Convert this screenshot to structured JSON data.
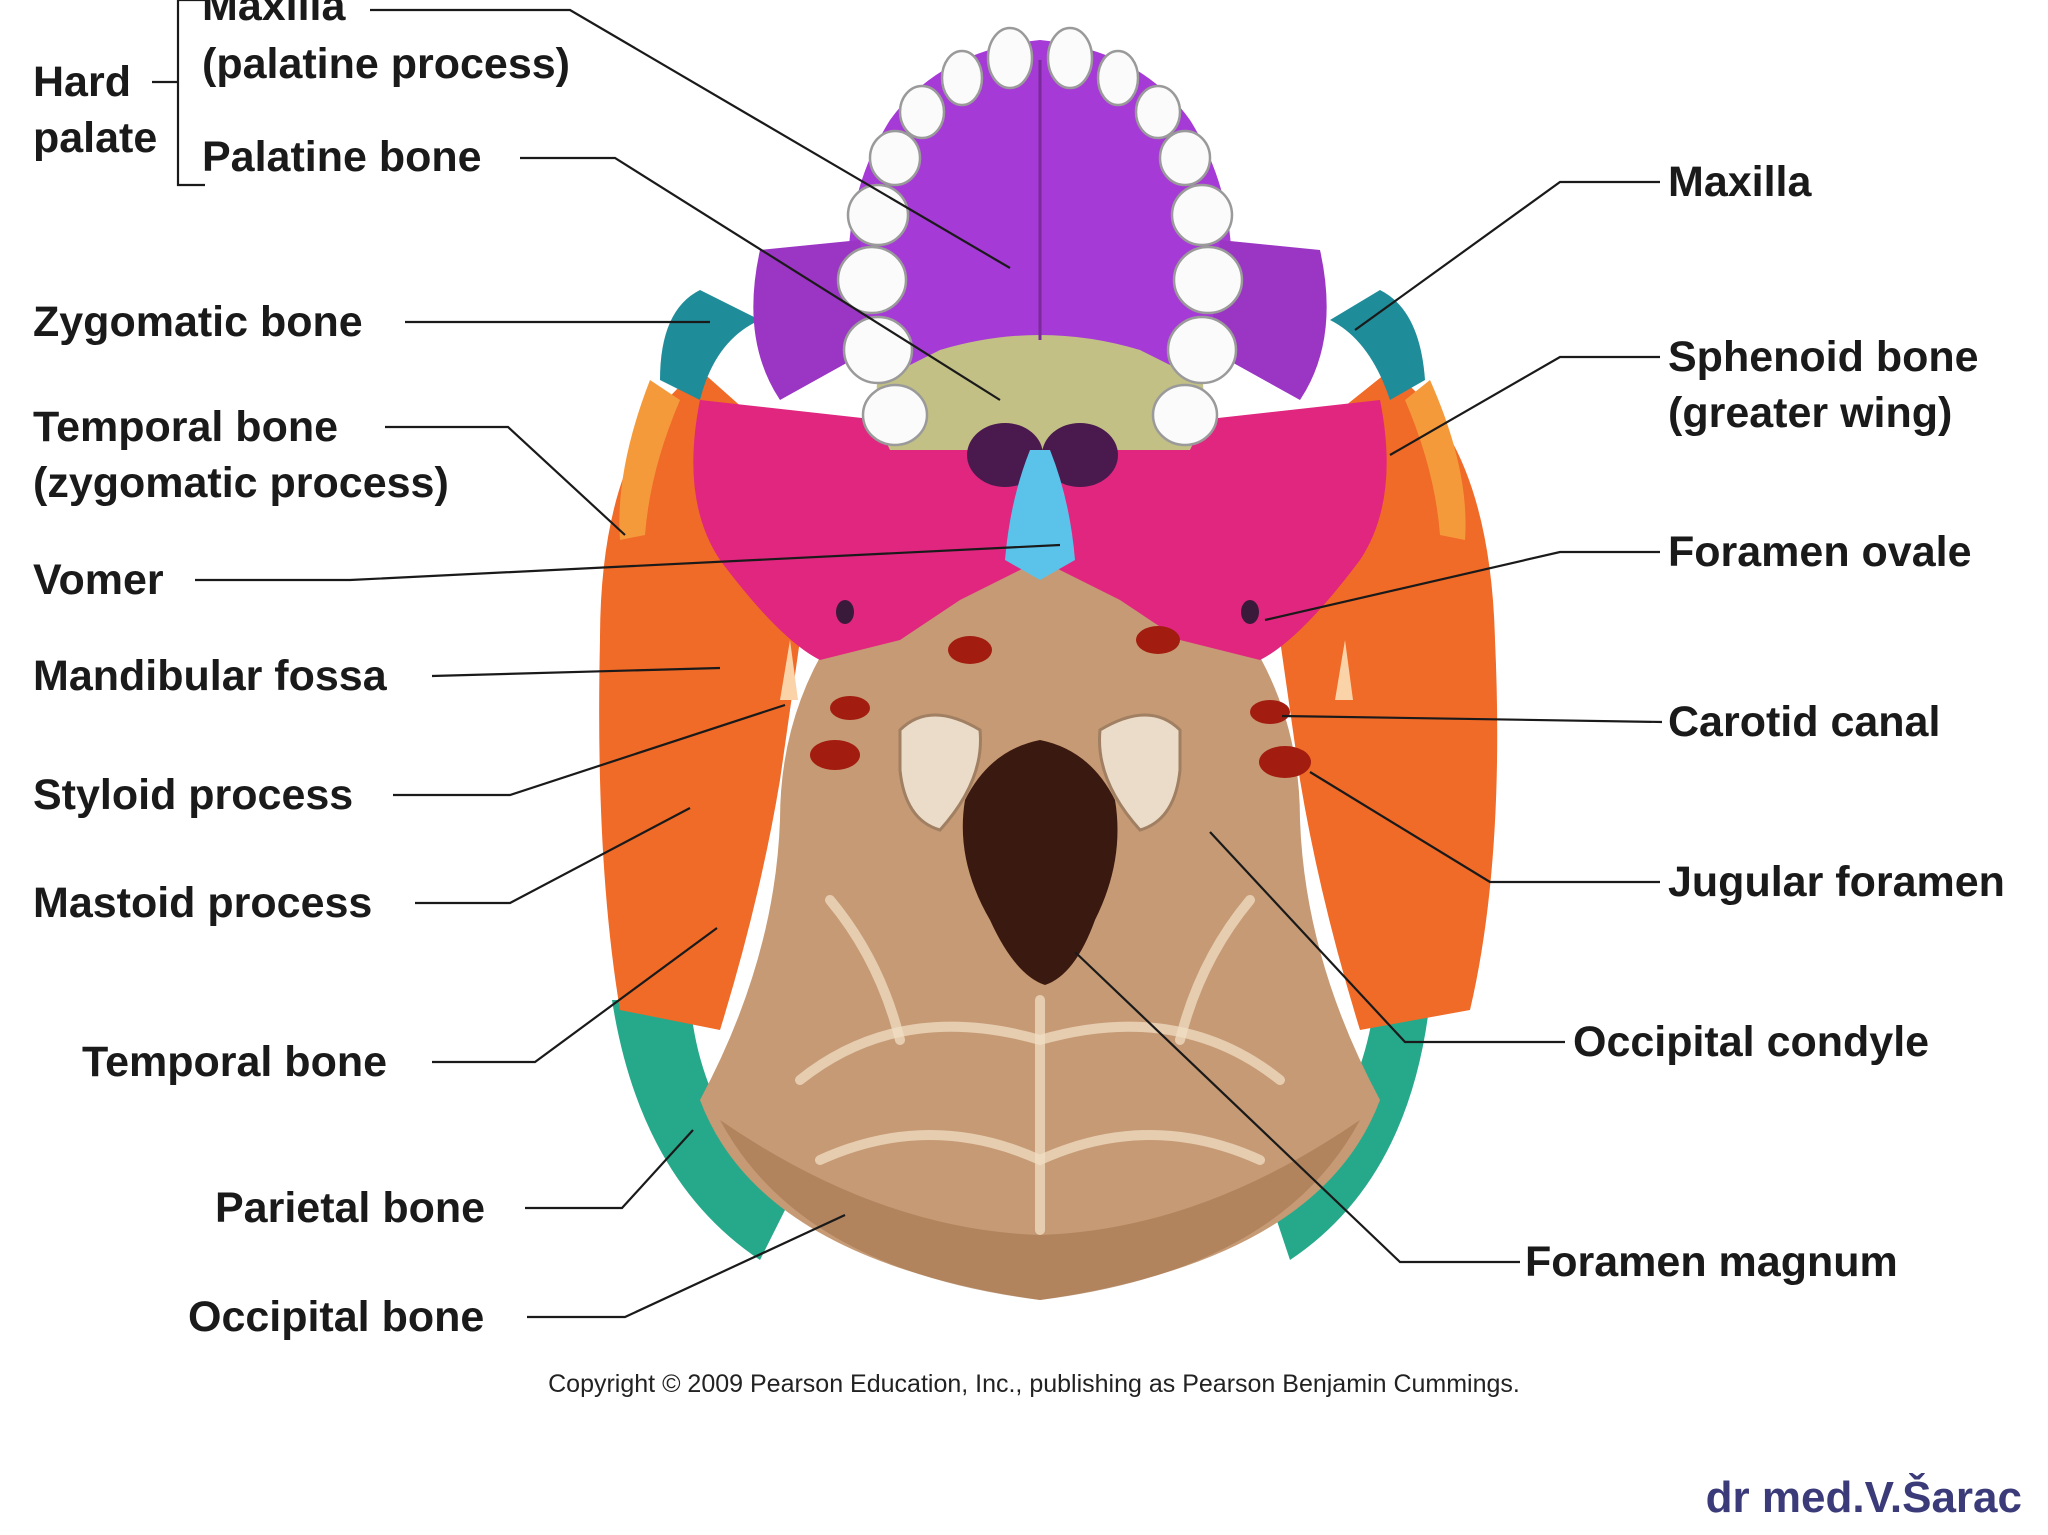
{
  "title": "",
  "colors": {
    "maxilla": "#a63ad6",
    "palatine": "#c2c084",
    "sphenoid": "#e0267f",
    "temporal": "#f06a28",
    "zygomatic": "#1f8c9a",
    "vomer": "#5bc3ea",
    "parietal": "#26a98a",
    "occipital": "#c69a74",
    "foramen": "#3a1a10",
    "background": "#ffffff",
    "label_text": "#1a1a1a",
    "author_text": "#3b3b7a"
  },
  "labels": {
    "hard_palate_line1": "Hard",
    "hard_palate_line2": "palate",
    "maxilla_palatine_line1": "Maxilla",
    "maxilla_palatine_line2": "(palatine process)",
    "palatine_bone": "Palatine bone",
    "zygomatic_bone": "Zygomatic bone",
    "temporal_zygomatic_line1": "Temporal bone",
    "temporal_zygomatic_line2": "(zygomatic process)",
    "vomer": "Vomer",
    "mandibular_fossa": "Mandibular fossa",
    "styloid_process": "Styloid process",
    "mastoid_process": "Mastoid process",
    "temporal_bone": "Temporal bone",
    "parietal_bone": "Parietal bone",
    "occipital_bone": "Occipital bone",
    "maxilla": "Maxilla",
    "sphenoid_line1": "Sphenoid bone",
    "sphenoid_line2": "(greater wing)",
    "foramen_ovale": "Foramen ovale",
    "carotid_canal": "Carotid canal",
    "jugular_foramen": "Jugular foramen",
    "occipital_condyle": "Occipital condyle",
    "foramen_magnum": "Foramen magnum"
  },
  "copyright": "Copyright © 2009 Pearson Education, Inc., publishing as Pearson Benjamin Cummings.",
  "author": "dr med.V.Šarac"
}
